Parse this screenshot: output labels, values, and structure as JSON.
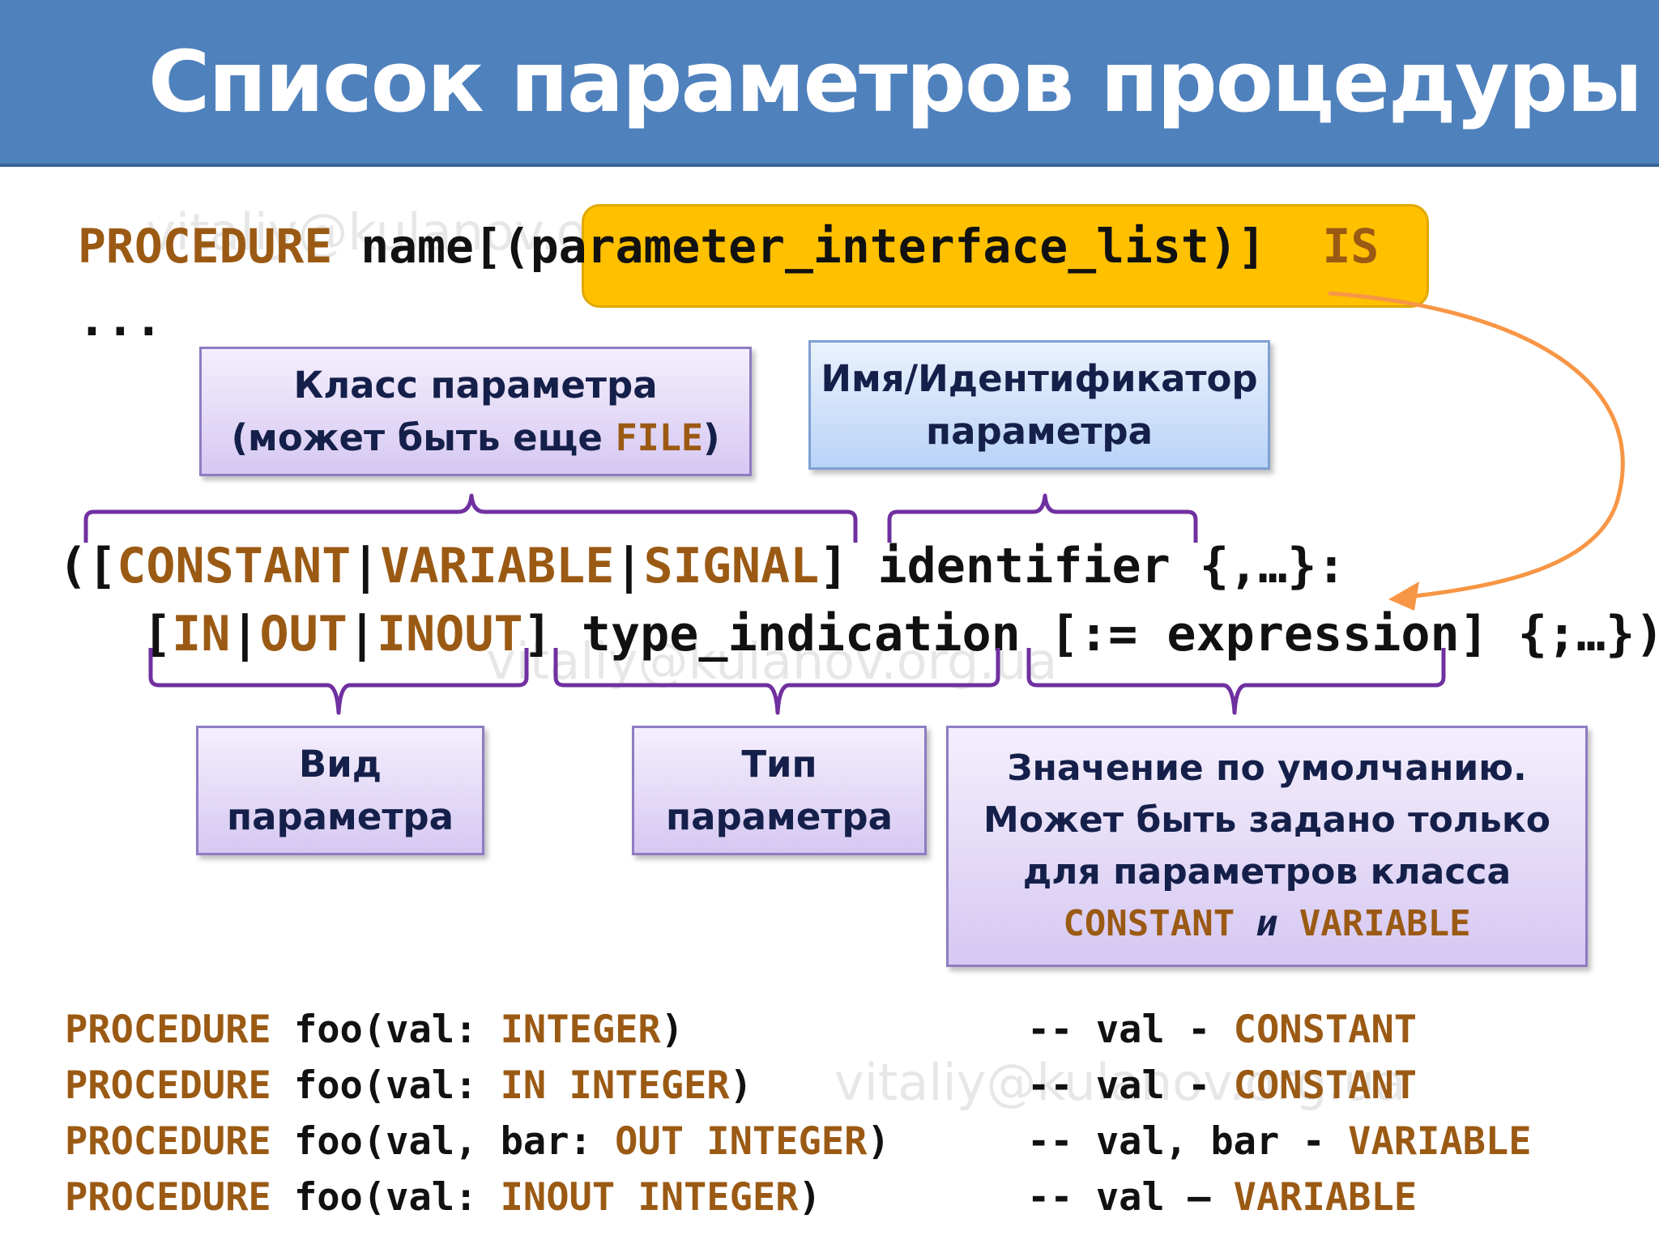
{
  "title": "Список параметров процедуры",
  "watermark": "vitaliy@kulanov.org.ua",
  "syntax": {
    "kw_procedure": "PROCEDURE",
    "name": " name",
    "open_bracket": "[",
    "param_list": "(parameter_interface_list)",
    "close_bracket": "]",
    "kw_is": "IS",
    "dots": "...",
    "line1": {
      "open": "([",
      "constant": "CONSTANT",
      "sep": "|",
      "variable": "VARIABLE",
      "signal": "SIGNAL",
      "close": "] ",
      "identifier": "identifier {,…}:"
    },
    "line2": {
      "open": "[",
      "in": "IN",
      "sep": "|",
      "out": "OUT",
      "inout": "INOUT",
      "close": "]",
      "type_indication": " type_indication [:= expression] {;…})"
    }
  },
  "boxes": {
    "class": {
      "line1": "Класс параметра",
      "line2": "(может быть еще ",
      "code": "FILE",
      "line2_end": ")"
    },
    "identifier": {
      "line1": "Имя/Идентификатор",
      "line2": "параметра"
    },
    "mode": {
      "line1": "Вид",
      "line2": "параметра"
    },
    "type": {
      "line1": "Тип",
      "line2": "параметра"
    },
    "default": {
      "line1": "Значение по умолчанию.",
      "line2": "Может быть задано только",
      "line3": "для параметров класса",
      "code1": "CONSTANT",
      "conj": " и ",
      "code2": "VARIABLE"
    }
  },
  "examples": [
    {
      "kw": "PROCEDURE",
      "a": " foo(val: ",
      "k1": "INTEGER",
      "k2": "",
      "b": ")",
      "c": "-- val - ",
      "ck": "CONSTANT"
    },
    {
      "kw": "PROCEDURE",
      "a": " foo(val: ",
      "k1": "IN",
      "k2": " INTEGER",
      "b": ")",
      "c": "-- val - ",
      "ck": "CONSTANT"
    },
    {
      "kw": "PROCEDURE",
      "a": " foo(val, bar: ",
      "k1": "OUT",
      "k2": " INTEGER",
      "b": ")",
      "c": "-- val, bar - ",
      "ck": "VARIABLE"
    },
    {
      "kw": "PROCEDURE",
      "a": " foo(val: ",
      "k1": "INOUT",
      "k2": " INTEGER",
      "b": ")",
      "c": "-- val – ",
      "ck": "VARIABLE"
    }
  ],
  "colors": {
    "header": "#4f81bd",
    "keyword": "#9b5a14",
    "highlight": "#ffc000",
    "bracket": "#7030a0",
    "arrow": "#f79646"
  }
}
